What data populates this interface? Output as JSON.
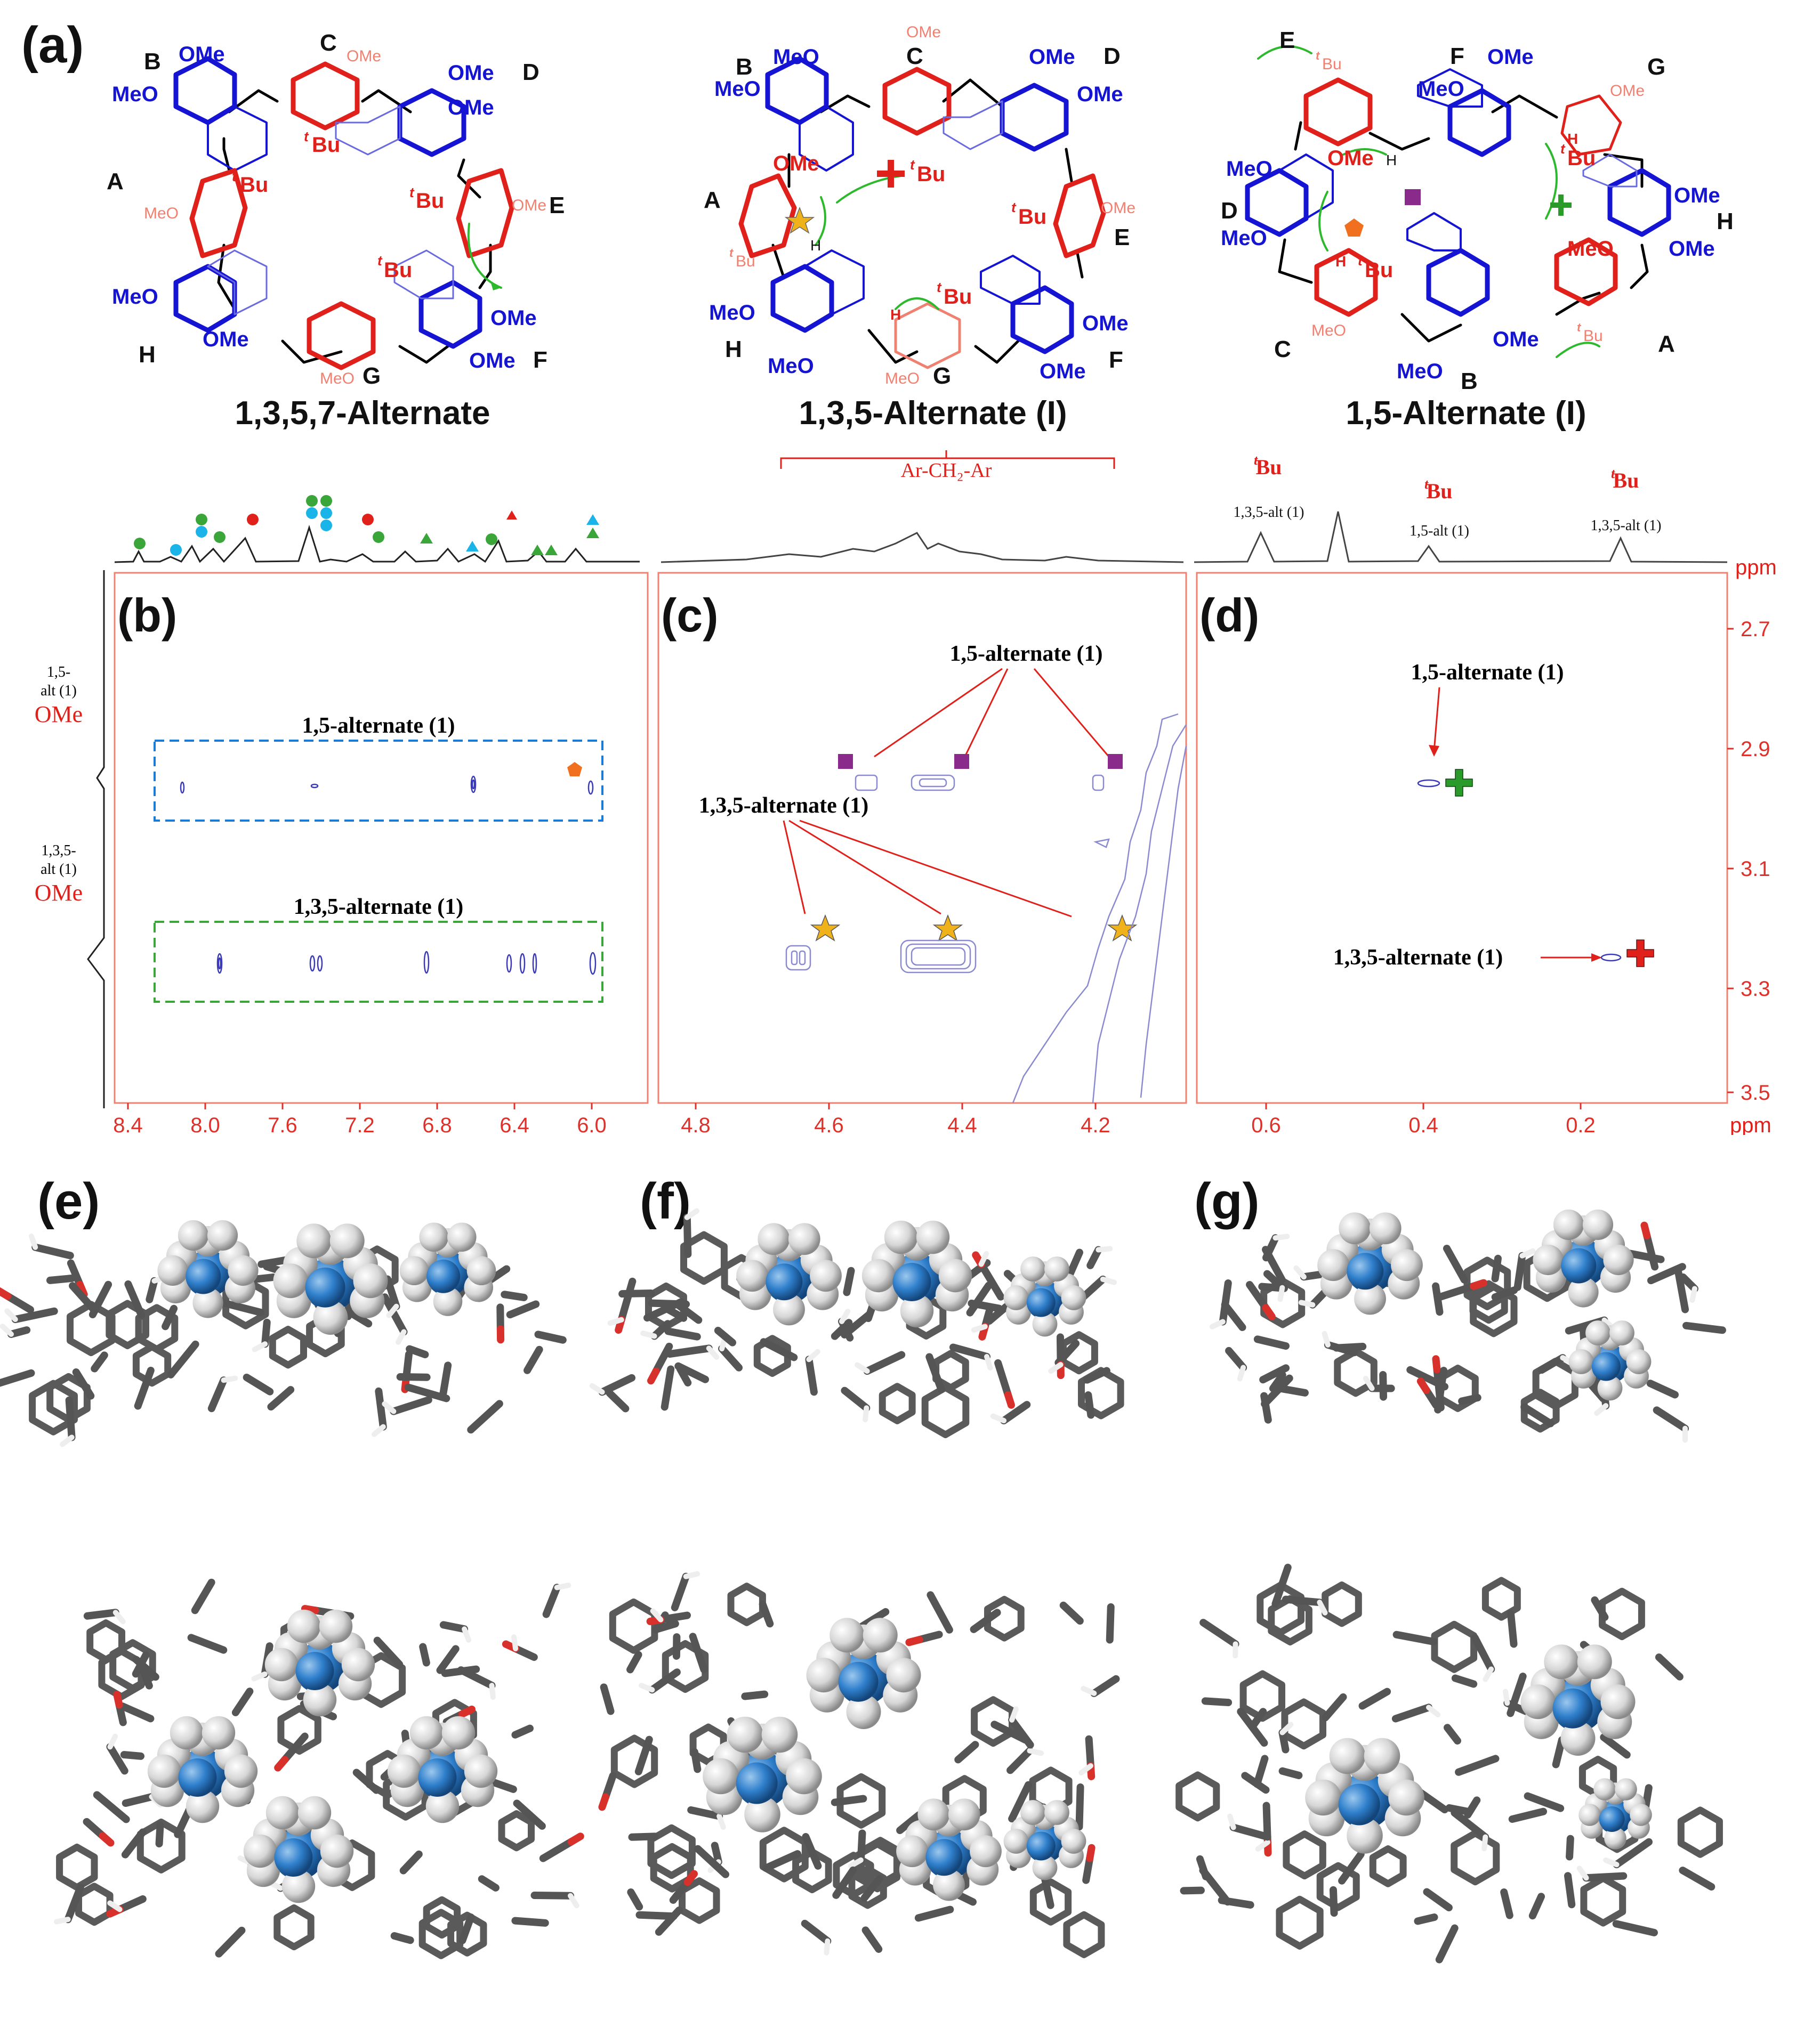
{
  "figure": {
    "panel_labels": {
      "a": "(a)",
      "b": "(b)",
      "c": "(c)",
      "d": "(d)",
      "e": "(e)",
      "f": "(f)",
      "g": "(g)"
    },
    "structures": [
      {
        "caption": "1,3,5,7-Alternate"
      },
      {
        "caption": "1,3,5-Alternate (I)"
      },
      {
        "caption": "1,5-Alternate (I)"
      }
    ],
    "ring_letters": {
      "A": "A",
      "B": "B",
      "C": "C",
      "D": "D",
      "E": "E",
      "F": "F",
      "G": "G",
      "H": "H"
    },
    "groups": {
      "ome": "OMe",
      "meo": "MeO",
      "tbu": "Bu",
      "tbu_sup": "t",
      "h": "H"
    }
  },
  "spectra": {
    "top_c_label": "Ar-CH₂-Ar",
    "top_d_tbu": "Bu",
    "top_d_tbu_sup": "t",
    "top_d_135": "1,3,5-alt (1)",
    "top_d_15": "1,5-alt (1)",
    "side_15_alt": "1,5-",
    "side_15_alt2": "alt (1)",
    "side_ome": "OMe",
    "side_135_alt": "1,3,5-",
    "side_135_alt2": "alt (1)",
    "b_box1": "1,5-alternate (1)",
    "b_box2": "1,3,5-alternate (1)",
    "c_15": "1,5-alternate (1)",
    "c_135": "1,3,5-alternate (1)",
    "d_15": "1,5-alternate (1)",
    "d_135": "1,3,5-alternate (1)",
    "ppm": "ppm",
    "x_ticks_b": [
      "8.4",
      "8.0",
      "7.6",
      "7.2",
      "6.8",
      "6.4",
      "6.0"
    ],
    "x_ticks_c": [
      "4.8",
      "4.6",
      "4.4",
      "4.2"
    ],
    "x_ticks_d": [
      "0.6",
      "0.4",
      "0.2"
    ],
    "y_ticks": [
      "2.7",
      "2.9",
      "3.1",
      "3.3",
      "3.5"
    ],
    "colors": {
      "axis": "#e0302a",
      "blue_box": "#1a7bd6",
      "green_box": "#3aa63a",
      "contour": "#3a3ab8"
    }
  }
}
